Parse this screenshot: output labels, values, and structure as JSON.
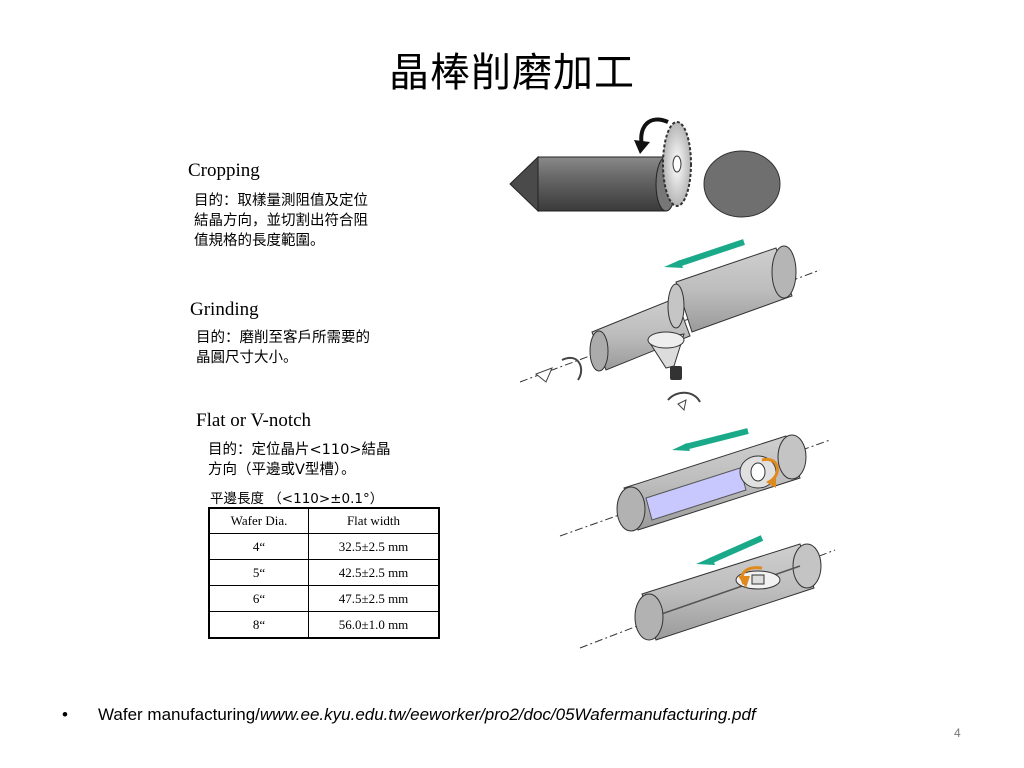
{
  "title": "晶棒削磨加工",
  "sections": [
    {
      "heading": "Cropping",
      "desc": "目的：取樣量測阻值及定位\n結晶方向，並切割出符合阻\n值規格的長度範圍。"
    },
    {
      "heading": "Grinding",
      "desc": "目的：磨削至客戶所需要的\n晶圓尺寸大小。"
    },
    {
      "heading": "Flat or V-notch",
      "desc": "目的：定位晶片<110>結晶\n方向（平邊或V型槽）。"
    }
  ],
  "flat_length_label": "平邊長度 （<110>±0.1°）",
  "table": {
    "headers": [
      "Wafer Dia.",
      "Flat width"
    ],
    "rows": [
      [
        "4“",
        "32.5±2.5 mm"
      ],
      [
        "5“",
        "42.5±2.5 mm"
      ],
      [
        "6“",
        "47.5±2.5 mm"
      ],
      [
        "8“",
        "56.0±1.0 mm"
      ]
    ]
  },
  "footer": {
    "bullet": "•",
    "prefix": "Wafer manufacturing/",
    "url": "www.ee.kyu.edu.tw/eeworker/pro2/doc/05Wafermanufacturing.pdf"
  },
  "page_number": "4",
  "colors": {
    "ingot": "#5a5a5a",
    "arrow_green": "#1aaa8a",
    "flat_blue": "#c8c8ff",
    "rotation_orange": "#e08a1e"
  }
}
